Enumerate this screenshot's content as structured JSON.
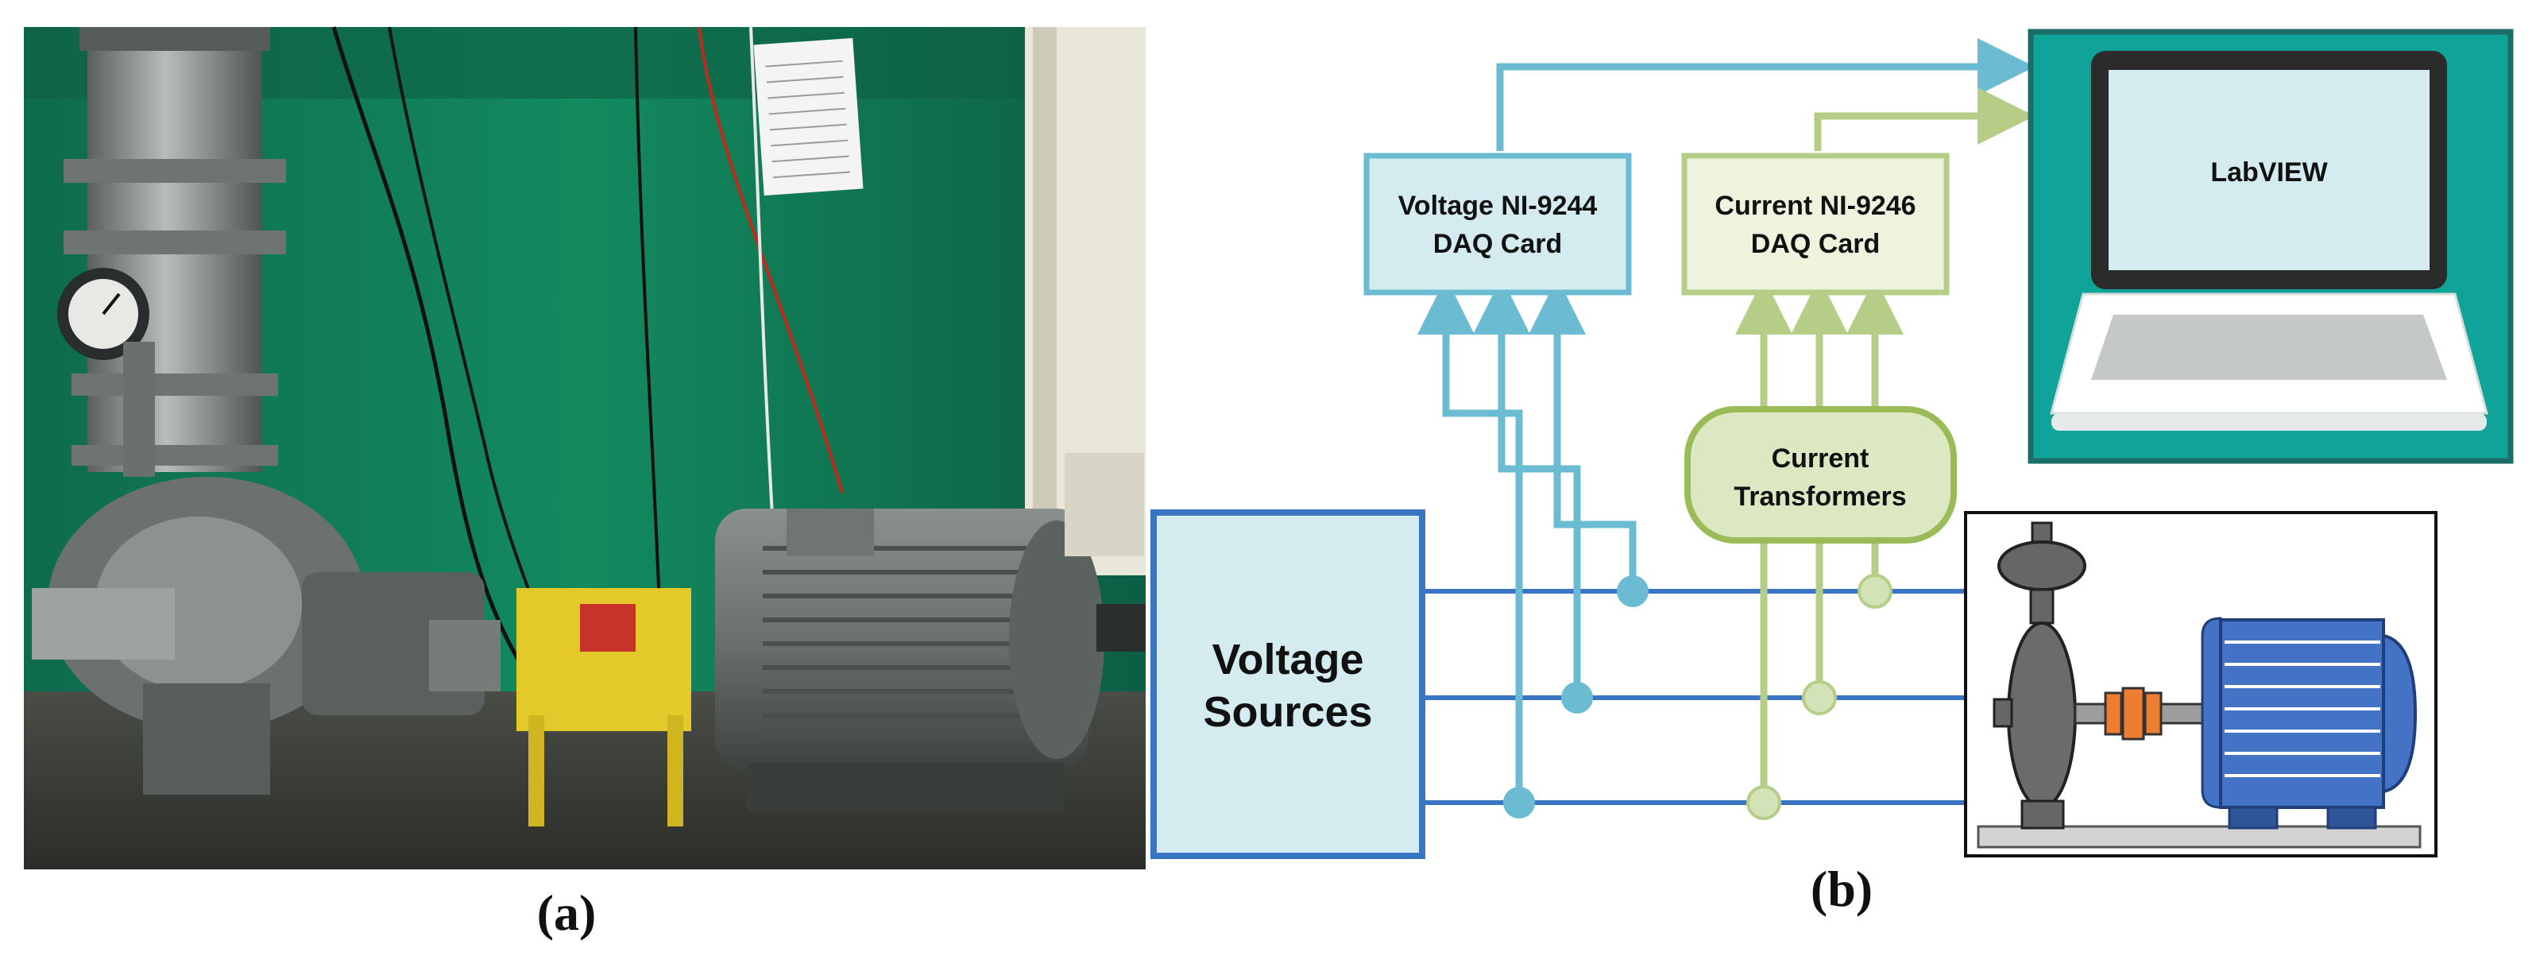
{
  "captions": {
    "a": "(a)",
    "b": "(b)"
  },
  "boxes": {
    "voltage_daq": {
      "line1": "Voltage NI-9244",
      "line2": "DAQ Card"
    },
    "current_daq": {
      "line1": "Current NI-9246",
      "line2": "DAQ Card"
    },
    "current_transformers": {
      "line1": "Current",
      "line2": "Transformers"
    },
    "voltage_sources": {
      "line1": "Voltage",
      "line2": "Sources"
    }
  },
  "laptop": {
    "screen_text": "LabVIEW"
  },
  "photo_label": {
    "text": ""
  },
  "icons": [
    "laptop-icon",
    "pump-motor-icon",
    "photo-pump-motor"
  ],
  "colors": {
    "voltage_blue": "#6bbcd2",
    "voltage_box_fill": "#d4ebf0",
    "current_green": "#b5cd86",
    "current_box_fill": "#eef3dd",
    "ct_fill": "#dbe8c2",
    "ct_stroke": "#9bbb59",
    "bus_blue": "#3a75c4",
    "laptop_teal": "#10a39a",
    "motor_blue": "#4472c4"
  }
}
